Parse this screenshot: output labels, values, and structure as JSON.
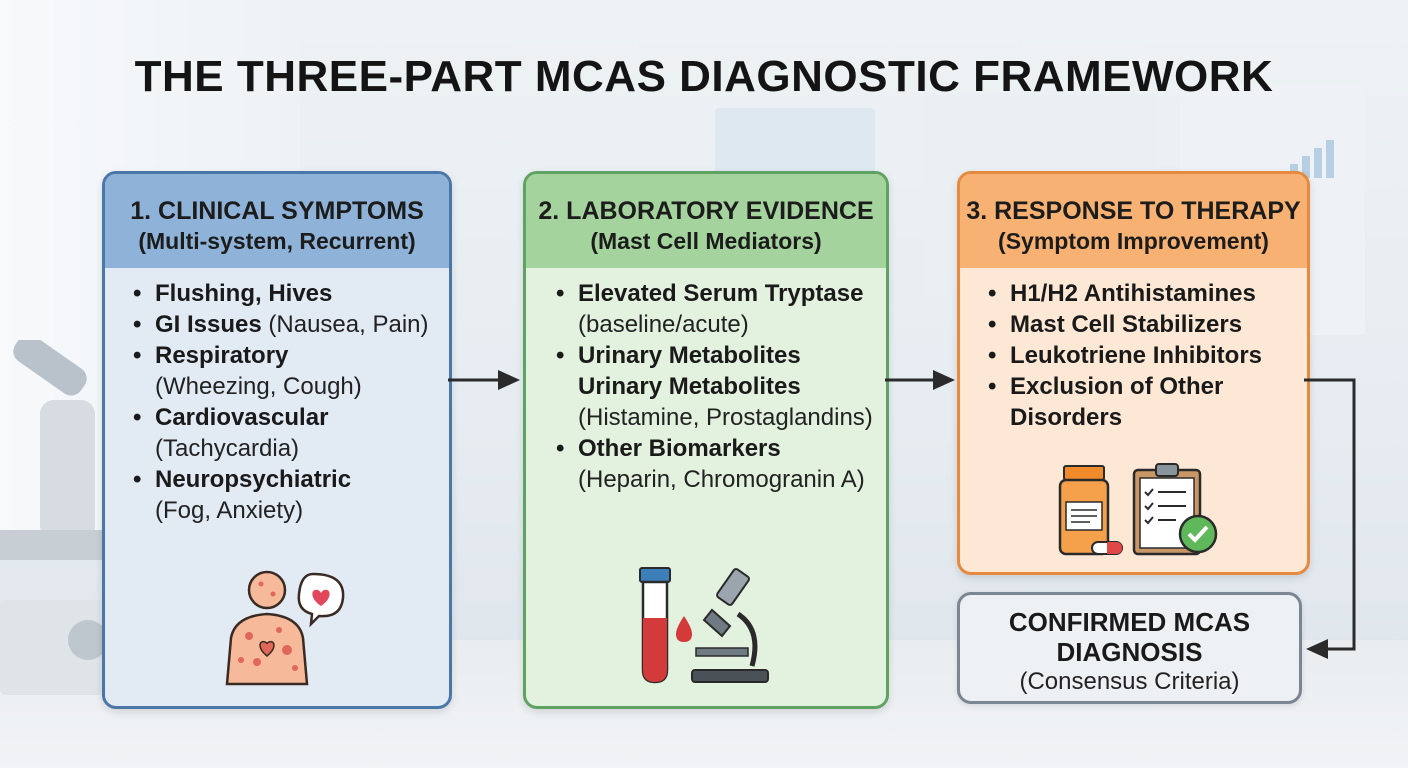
{
  "title": "THE THREE-PART MCAS DIAGNOSTIC FRAMEWORK",
  "panels": [
    {
      "heading": "1. CLINICAL SYMPTOMS",
      "subheading": "(Multi-system, Recurrent)",
      "color": "#4b77a8",
      "items": [
        {
          "bold": "Flushing, Hives",
          "normal": ""
        },
        {
          "bold": "GI Issues",
          "normal": "(Nausea, Pain)"
        },
        {
          "bold": "Respiratory",
          "normal": "(Wheezing, Cough)"
        },
        {
          "bold": "Cardiovascular",
          "normal": "(Tachycardia)"
        },
        {
          "bold": "Neuropsychiatric",
          "normal": "(Fog, Anxiety)"
        }
      ],
      "icon": "person-with-rash-heart-icon"
    },
    {
      "heading": "2. LABORATORY EVIDENCE",
      "subheading": "(Mast Cell Mediators)",
      "color": "#5fa362",
      "items": [
        {
          "bold": "Elevated Serum Tryptase",
          "normal": "(baseline/acute)"
        },
        {
          "bold": "Urinary Metabolites",
          "bold2": "Urinary Metabolites",
          "normal": "(Histamine, Prostaglandins)"
        },
        {
          "bold": "Other Biomarkers",
          "normal": "(Heparin, Chromogranin A)"
        }
      ],
      "icon": "blood-tube-microscope-icon"
    },
    {
      "heading": "3. RESPONSE TO THERAPY",
      "subheading": "(Symptom Improvement)",
      "color": "#e58a3e",
      "items": [
        {
          "bold": "H1/H2 Antihistamines"
        },
        {
          "bold": "Mast Cell Stabilizers"
        },
        {
          "bold": "Leukotriene Inhibitors"
        },
        {
          "bold": "Exclusion of Other Disorders"
        }
      ],
      "icon": "medicine-bottle-clipboard-check-icon"
    }
  ],
  "result": {
    "heading": "CONFIRMED MCAS DIAGNOSIS",
    "subheading": "(Consensus Criteria)"
  }
}
